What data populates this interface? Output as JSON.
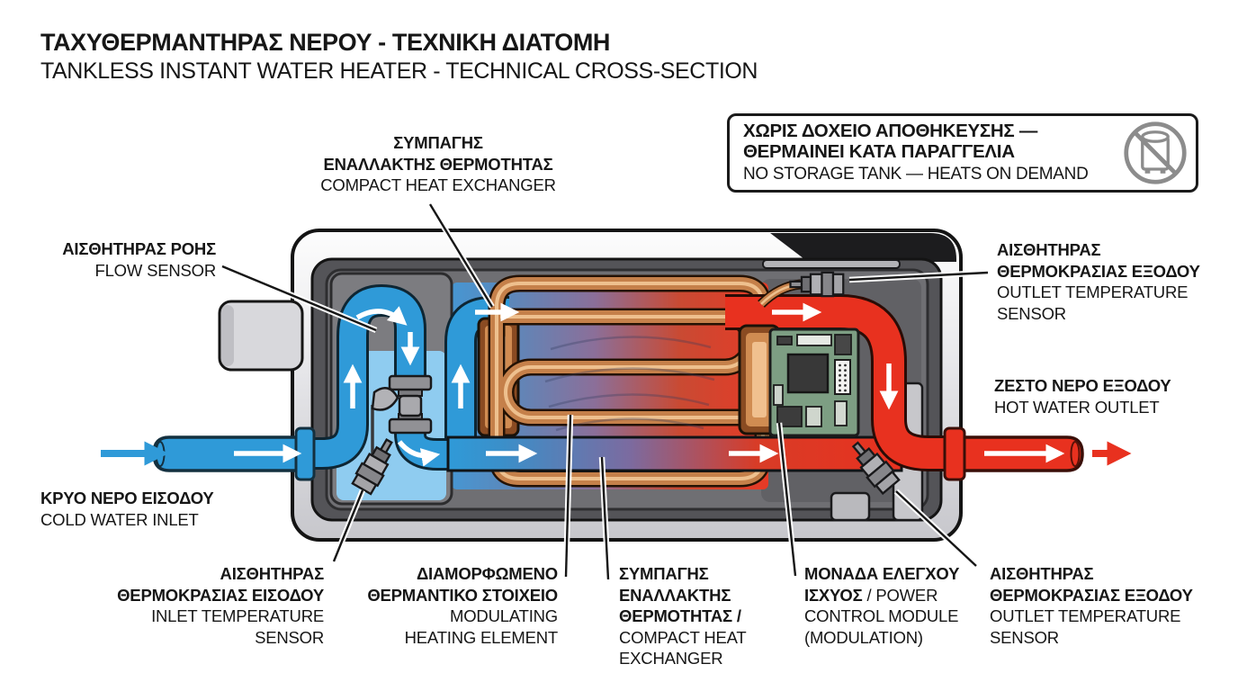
{
  "title": {
    "greek": "ΤΑΧΥΘΕΡΜΑΝΤΗΡΑΣ ΝΕΡΟΥ - ΤΕΧΝΙΚΗ ΔΙΑΤΟΜΗ",
    "english": "TANKLESS INSTANT WATER HEATER - TECHNICAL CROSS-SECTION"
  },
  "callout": {
    "greek_line1": "ΧΩΡΙΣ ΔΟΧΕΙΟ ΑΠΟΘΗΚΕΥΣΗΣ —",
    "greek_line2": "ΘΕΡΜΑΙΝΕΙ ΚΑΤΑ ΠΑΡΑΓΓΕΛΙΑ",
    "english": "NO STORAGE TANK — HEATS ON DEMAND",
    "icon": "no-storage-tank-icon"
  },
  "labels": {
    "flow_sensor": {
      "greek": "ΑΙΣΘΗΤΗΡΑΣ ΡΟΗΣ",
      "english": "FLOW SENSOR"
    },
    "compact_heat_exchanger_top": {
      "greek_line1": "ΣΥΜΠΑΓΗΣ",
      "greek_line2": "ΕΝΑΛΛΑΚΤΗΣ ΘΕΡΜΟΤΗΤΑΣ",
      "english": "COMPACT HEAT EXCHANGER"
    },
    "outlet_temperature_sensor_top": {
      "greek_line1": "ΑΙΣΘΗΤΗΡΑΣ",
      "greek_line2": "ΘΕΡΜΟΚΡΑΣΙΑΣ ΕΞΟΔΟΥ",
      "english_line1": "OUTLET TEMPERATURE",
      "english_line2": "SENSOR"
    },
    "hot_water_outlet": {
      "greek": "ΖΕΣΤΟ ΝΕΡΟ ΕΞΟΔΟΥ",
      "english": "HOT WATER OUTLET"
    },
    "cold_water_inlet": {
      "greek": "ΚΡΥΟ ΝΕΡΟ ΕΙΣΟΔΟΥ",
      "english": "COLD WATER INLET"
    },
    "inlet_temperature_sensor": {
      "greek_line1": "ΑΙΣΘΗΤΗΡΑΣ",
      "greek_line2": "ΘΕΡΜΟΚΡΑΣΙΑΣ ΕΙΣΟΔΟΥ",
      "english_line1": "INLET TEMPERATURE",
      "english_line2": "SENSOR"
    },
    "modulating_heating_element": {
      "greek_line1": "ΔΙΑΜΟΡΦΩΜΕΝΟ",
      "greek_line2": "ΘΕΡΜΑΝΤΙΚΟ ΣΤΟΙΧΕΙΟ",
      "english_line1": "MODULATING",
      "english_line2": "HEATING ELEMENT"
    },
    "compact_heat_exchanger_bottom": {
      "greek_line1": "ΣΥΜΠΑΓΗΣ",
      "greek_line2": "ΕΝΑΛΛΑΚΤΗΣ",
      "greek_line3": "ΘΕΡΜΟΤΗΤΑΣ /",
      "english_line1": "COMPACT HEAT",
      "english_line2": "EXCHANGER"
    },
    "power_control_module": {
      "greek_line1": "ΜΟΝΑΔΑ ΕΛΕΓΧΟΥ",
      "greek_line2_bold": "ΙΣΧΥΟΣ",
      "line2_rest": " / POWER",
      "english_line2": "CONTROL MODULE",
      "english_line3": "(MODULATION)"
    },
    "outlet_temperature_sensor_bottom": {
      "greek_line1": "ΑΙΣΘΗΤΗΡΑΣ",
      "greek_line2": "ΘΕΡΜΟΚΡΑΣΙΑΣ ΕΞΟΔΟΥ",
      "english_line1": "OUTLET TEMPERATURE",
      "english_line2": "SENSOR"
    }
  },
  "colors": {
    "cold_water_blue": "#2f9ad8",
    "cold_pool_light_blue": "#8fccf0",
    "hot_water_red": "#e8311f",
    "copper": "#c5804a",
    "casing_gray": "#e3e3e7",
    "inner_panel_gray": "#545458",
    "pcb_green": "#7d9e83",
    "vent_panel_black": "#1c1c1e",
    "icon_gray": "#8c8c8c",
    "text": "#161616"
  }
}
